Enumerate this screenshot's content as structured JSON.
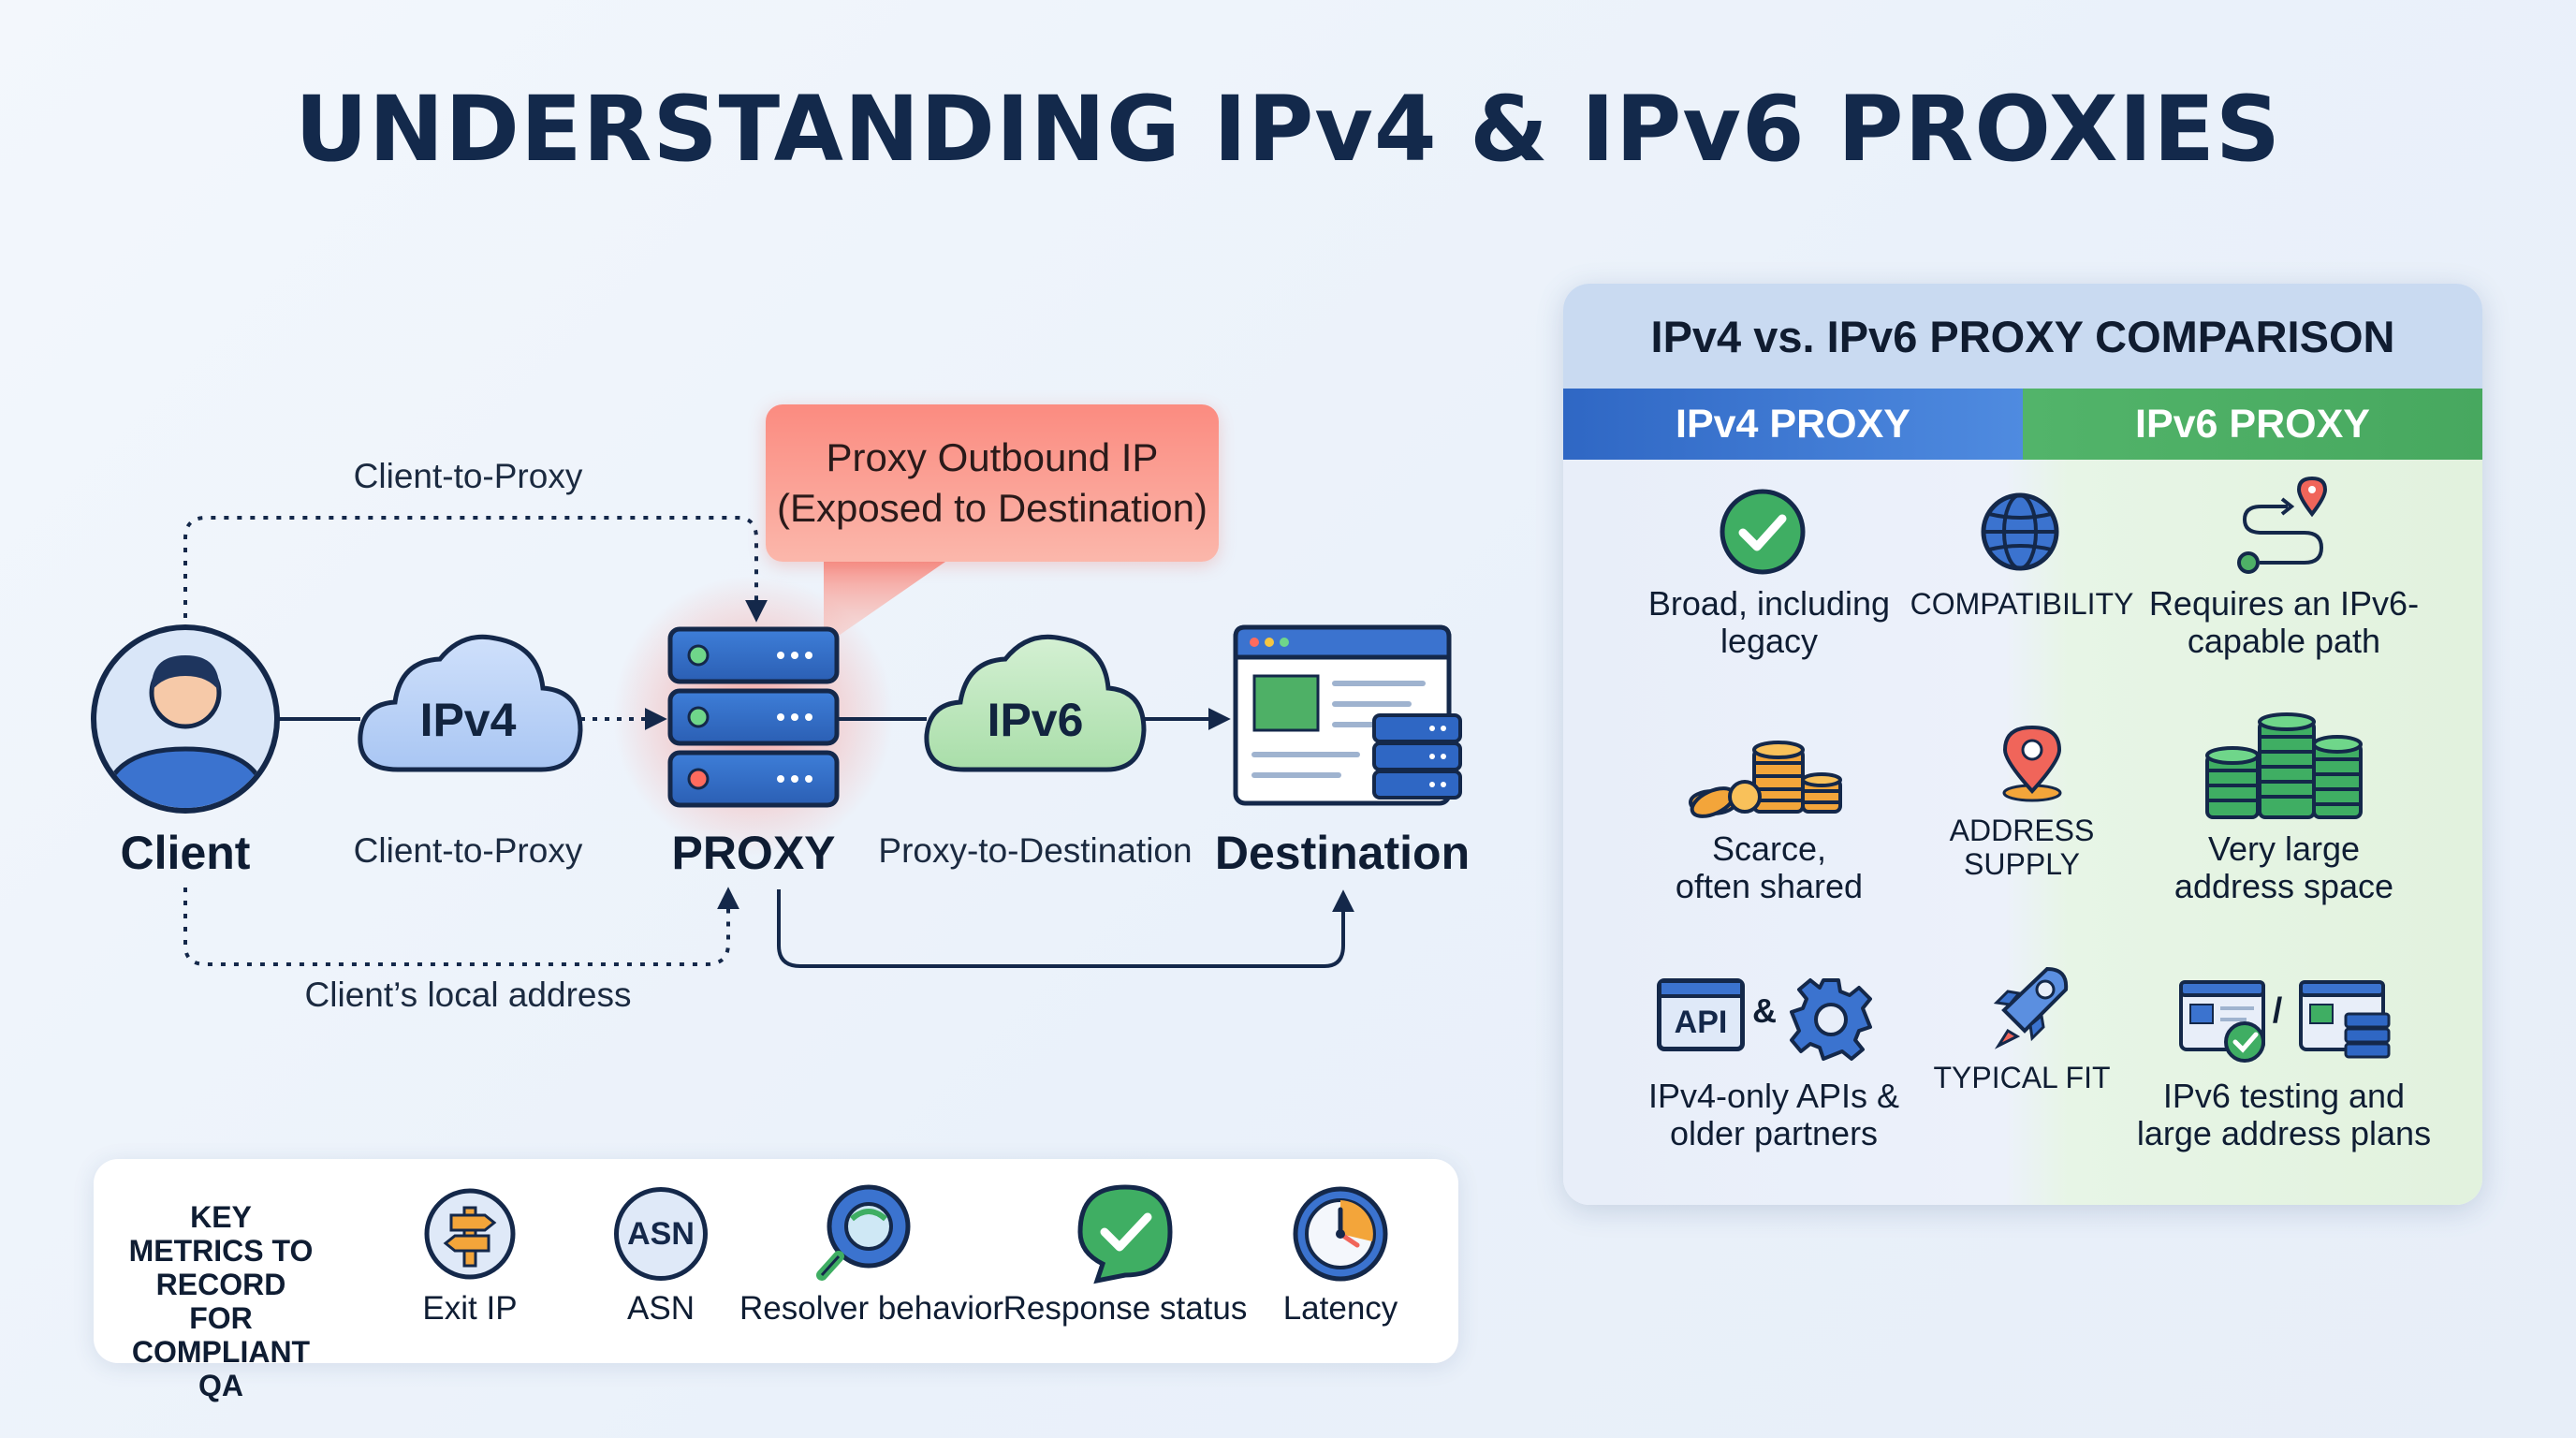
{
  "title": "UNDERSTANDING IPv4 & IPv6 PROXIES",
  "flow": {
    "nodes": {
      "client": "Client",
      "proxy": "PROXY",
      "destination": "Destination"
    },
    "clouds": {
      "ipv4": "IPv4",
      "ipv6": "IPv6"
    },
    "edge_labels": {
      "top_client_to_proxy": "Client-to-Proxy",
      "client_to_proxy": "Client-to-Proxy",
      "proxy_to_destination": "Proxy-to-Destination",
      "client_local_address": "Client’s local address"
    },
    "callout": "Proxy Outbound IP\n(Exposed to Destination)"
  },
  "comparison": {
    "title": "IPv4 vs. IPv6 PROXY COMPARISON",
    "col_ipv4": "IPv4 PROXY",
    "col_ipv6": "IPv6 PROXY",
    "rows": [
      {
        "aspect": "COMPATIBILITY",
        "ipv4": "Broad, including\nlegacy",
        "ipv6": "Requires an IPv6-\ncapable path",
        "icons": [
          "check-circle-icon",
          "globe-icon",
          "route-pin-icon"
        ]
      },
      {
        "aspect": "ADDRESS\nSUPPLY",
        "ipv4": "Scarce,\noften shared",
        "ipv6": "Very large\naddress space",
        "icons": [
          "coin-stacks-icon",
          "location-pin-icon",
          "large-coin-stacks-icon"
        ]
      },
      {
        "aspect": "TYPICAL FIT",
        "ipv4": "IPv4-only APIs &\nolder partners",
        "ipv6": "IPv6 testing and\nlarge address plans",
        "icons": [
          "api-gear-icon",
          "rocket-icon",
          "web-server-icon"
        ]
      }
    ],
    "api_text": "API",
    "amp": "&",
    "slash": "/"
  },
  "metrics": {
    "title": "KEY METRICS TO\nRECORD FOR\nCOMPLIANT QA",
    "asn_badge": "ASN",
    "items": [
      "Exit IP",
      "ASN",
      "Resolver behavior",
      "Response status",
      "Latency"
    ]
  },
  "colors": {
    "navy": "#13294b",
    "ipv4_blue": "#3a74d4",
    "ipv6_green": "#4eb066",
    "callout_red": "#fb8b80"
  }
}
